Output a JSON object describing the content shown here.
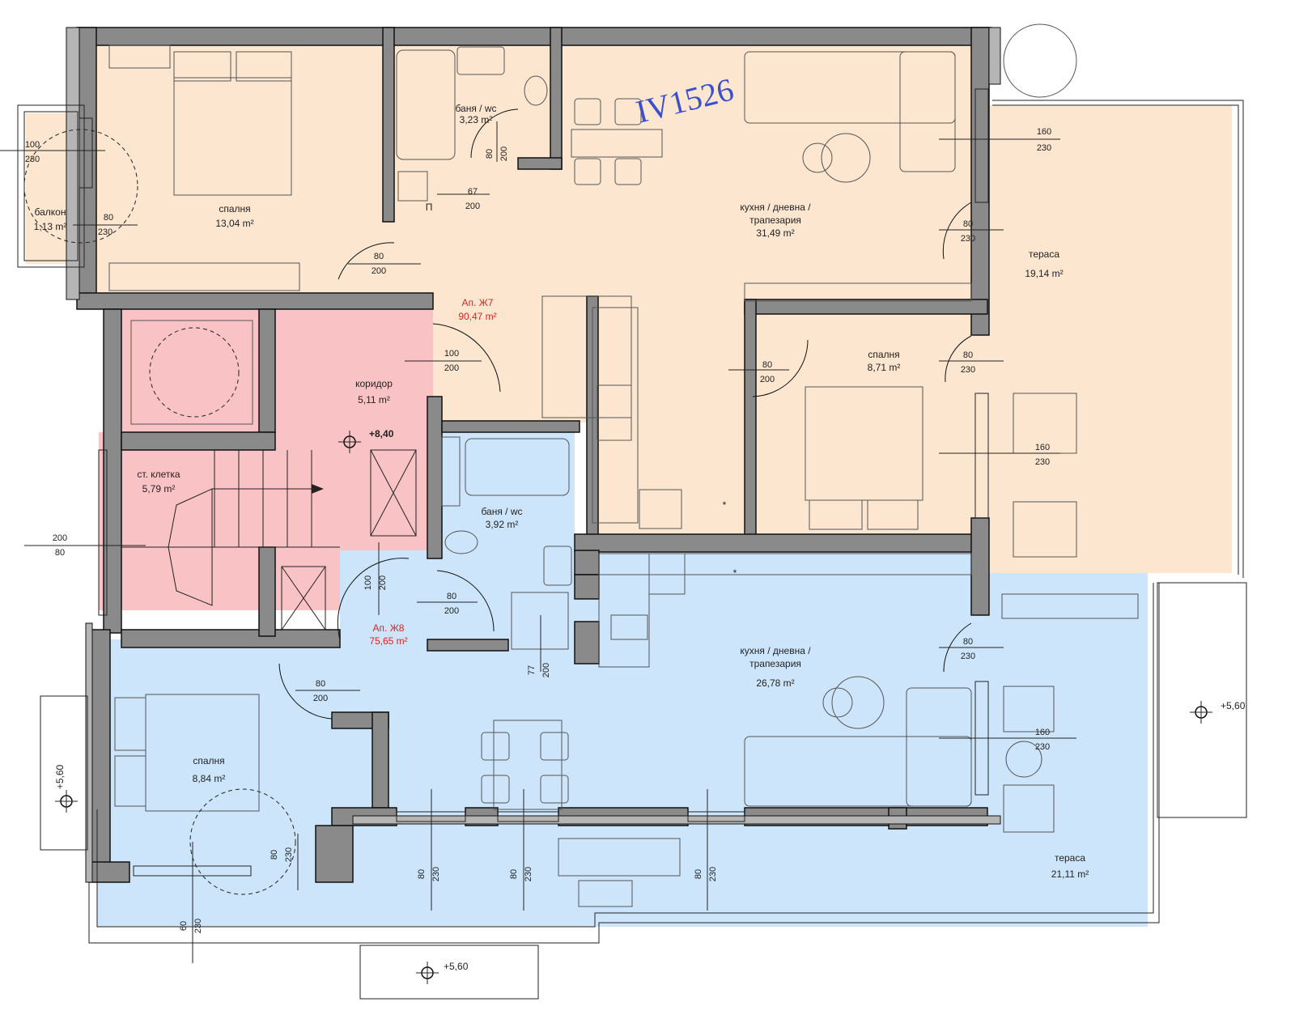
{
  "plan_code": "IV1526",
  "colors": {
    "apt7": "#fce6d0",
    "apt8": "#cde5fb",
    "common": "#f9c2c4",
    "wall": "#8a8a8a",
    "annotation": "#e02020",
    "stamp": "#3a4fd0"
  },
  "apartments": [
    {
      "id": "apt7",
      "label": "Ап. Ж7",
      "area": "90,47 m²"
    },
    {
      "id": "apt8",
      "label": "Ап. Ж8",
      "area": "75,65 m²"
    }
  ],
  "rooms": {
    "bedroom_a": {
      "name": "спалня",
      "area": "13,04 m²"
    },
    "bath_a": {
      "name": "баня / wc",
      "area": "3,23 m²"
    },
    "living_a": {
      "name1": "кухня / дневна /",
      "name2": "трапезария",
      "area": "31,49 m²"
    },
    "terrace_a": {
      "name": "тераса",
      "area": "19,14 m²"
    },
    "balcony": {
      "name": "балкон",
      "area": "1,13 m²"
    },
    "bedroom_b": {
      "name": "спалня",
      "area": "8,71 m²"
    },
    "corridor": {
      "name": "коридор",
      "area": "5,11 m²"
    },
    "stairs": {
      "name": "ст. клетка",
      "area": "5,79 m²"
    },
    "bath_b": {
      "name": "баня / wc",
      "area": "3,92 m²"
    },
    "living_b": {
      "name1": "кухня / дневна /",
      "name2": "трапезария",
      "area": "26,78 m²"
    },
    "bedroom_c": {
      "name": "спалня",
      "area": "8,84 m²"
    },
    "terrace_b": {
      "name": "тераса",
      "area": "21,11 m²"
    }
  },
  "levels": {
    "floor": "+8,40",
    "lower": "+5,60"
  },
  "marks": {
    "shaft": "П",
    "asterisk": "*"
  },
  "dims": {
    "d100": "100",
    "d230": "230",
    "d80": "80",
    "d200": "200",
    "d160": "160",
    "d67": "67",
    "d60": "60",
    "d77": "77"
  }
}
